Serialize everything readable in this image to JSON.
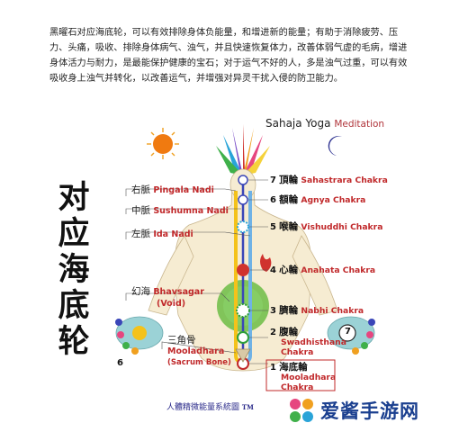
{
  "intro": "黑曜石对应海底轮，可以有效排除身体负能量，和增进新的能量；有助于消除疲劳、压力、头痛，吸收、排除身体病气、浊气，并且快速恢复体力，改善体弱气虚的毛病，增进身体活力与耐力，是最能保护健康的宝石；对于运气不好的人，多是浊气过重，可以有效吸收身上浊气并转化，以改善运气，并增强对异灵干扰入侵的防卫能力。",
  "title_chars": [
    "对",
    "应",
    "海",
    "底",
    "轮"
  ],
  "header": {
    "name": "Sahaja Yoga",
    "sub": "Meditation"
  },
  "nadis": [
    {
      "zh": "右脈",
      "en": "Pingala Nadi"
    },
    {
      "zh": "中脈",
      "en": "Sushumna Nadi"
    },
    {
      "zh": "左脈",
      "en": "Ida Nadi"
    }
  ],
  "void": {
    "zh": "幻海",
    "en": "Bhavsagar",
    "en2": "(Void)"
  },
  "sacrum": {
    "zh": "三角骨",
    "en": "Mooladhara",
    "en2": "(Sacrum Bone)"
  },
  "chakras": [
    {
      "num": "7",
      "zh": "頂輪",
      "en": "Sahastrara Chakra",
      "en2": ""
    },
    {
      "num": "6",
      "zh": "額輪",
      "en": "Agnya Chakra",
      "en2": ""
    },
    {
      "num": "5",
      "zh": "喉輪",
      "en": "Vishuddhi Chakra",
      "en2": ""
    },
    {
      "num": "4",
      "zh": "心輪",
      "en": "Anahata Chakra",
      "en2": ""
    },
    {
      "num": "3",
      "zh": "臍輪",
      "en": "Nabhi Chakra",
      "en2": ""
    },
    {
      "num": "2",
      "zh": "腹輪",
      "en": "Swadhisthana",
      "en2": "Chakra"
    },
    {
      "num": "1",
      "zh": "海底輪",
      "en": "Mooladhara",
      "en2": "Chakra"
    }
  ],
  "hand_numbers": [
    "7",
    "6"
  ],
  "caption": "人體精微能量系統圖",
  "caption_tm": "TM",
  "brand": "爱酱手游网",
  "colors": {
    "accent": "#c0282a",
    "pingala": "#f4c21a",
    "sushumna": "#3a46b8",
    "ida": "#6fb2e6",
    "body": "#f6ecd2",
    "heart": "#6cbd45"
  }
}
